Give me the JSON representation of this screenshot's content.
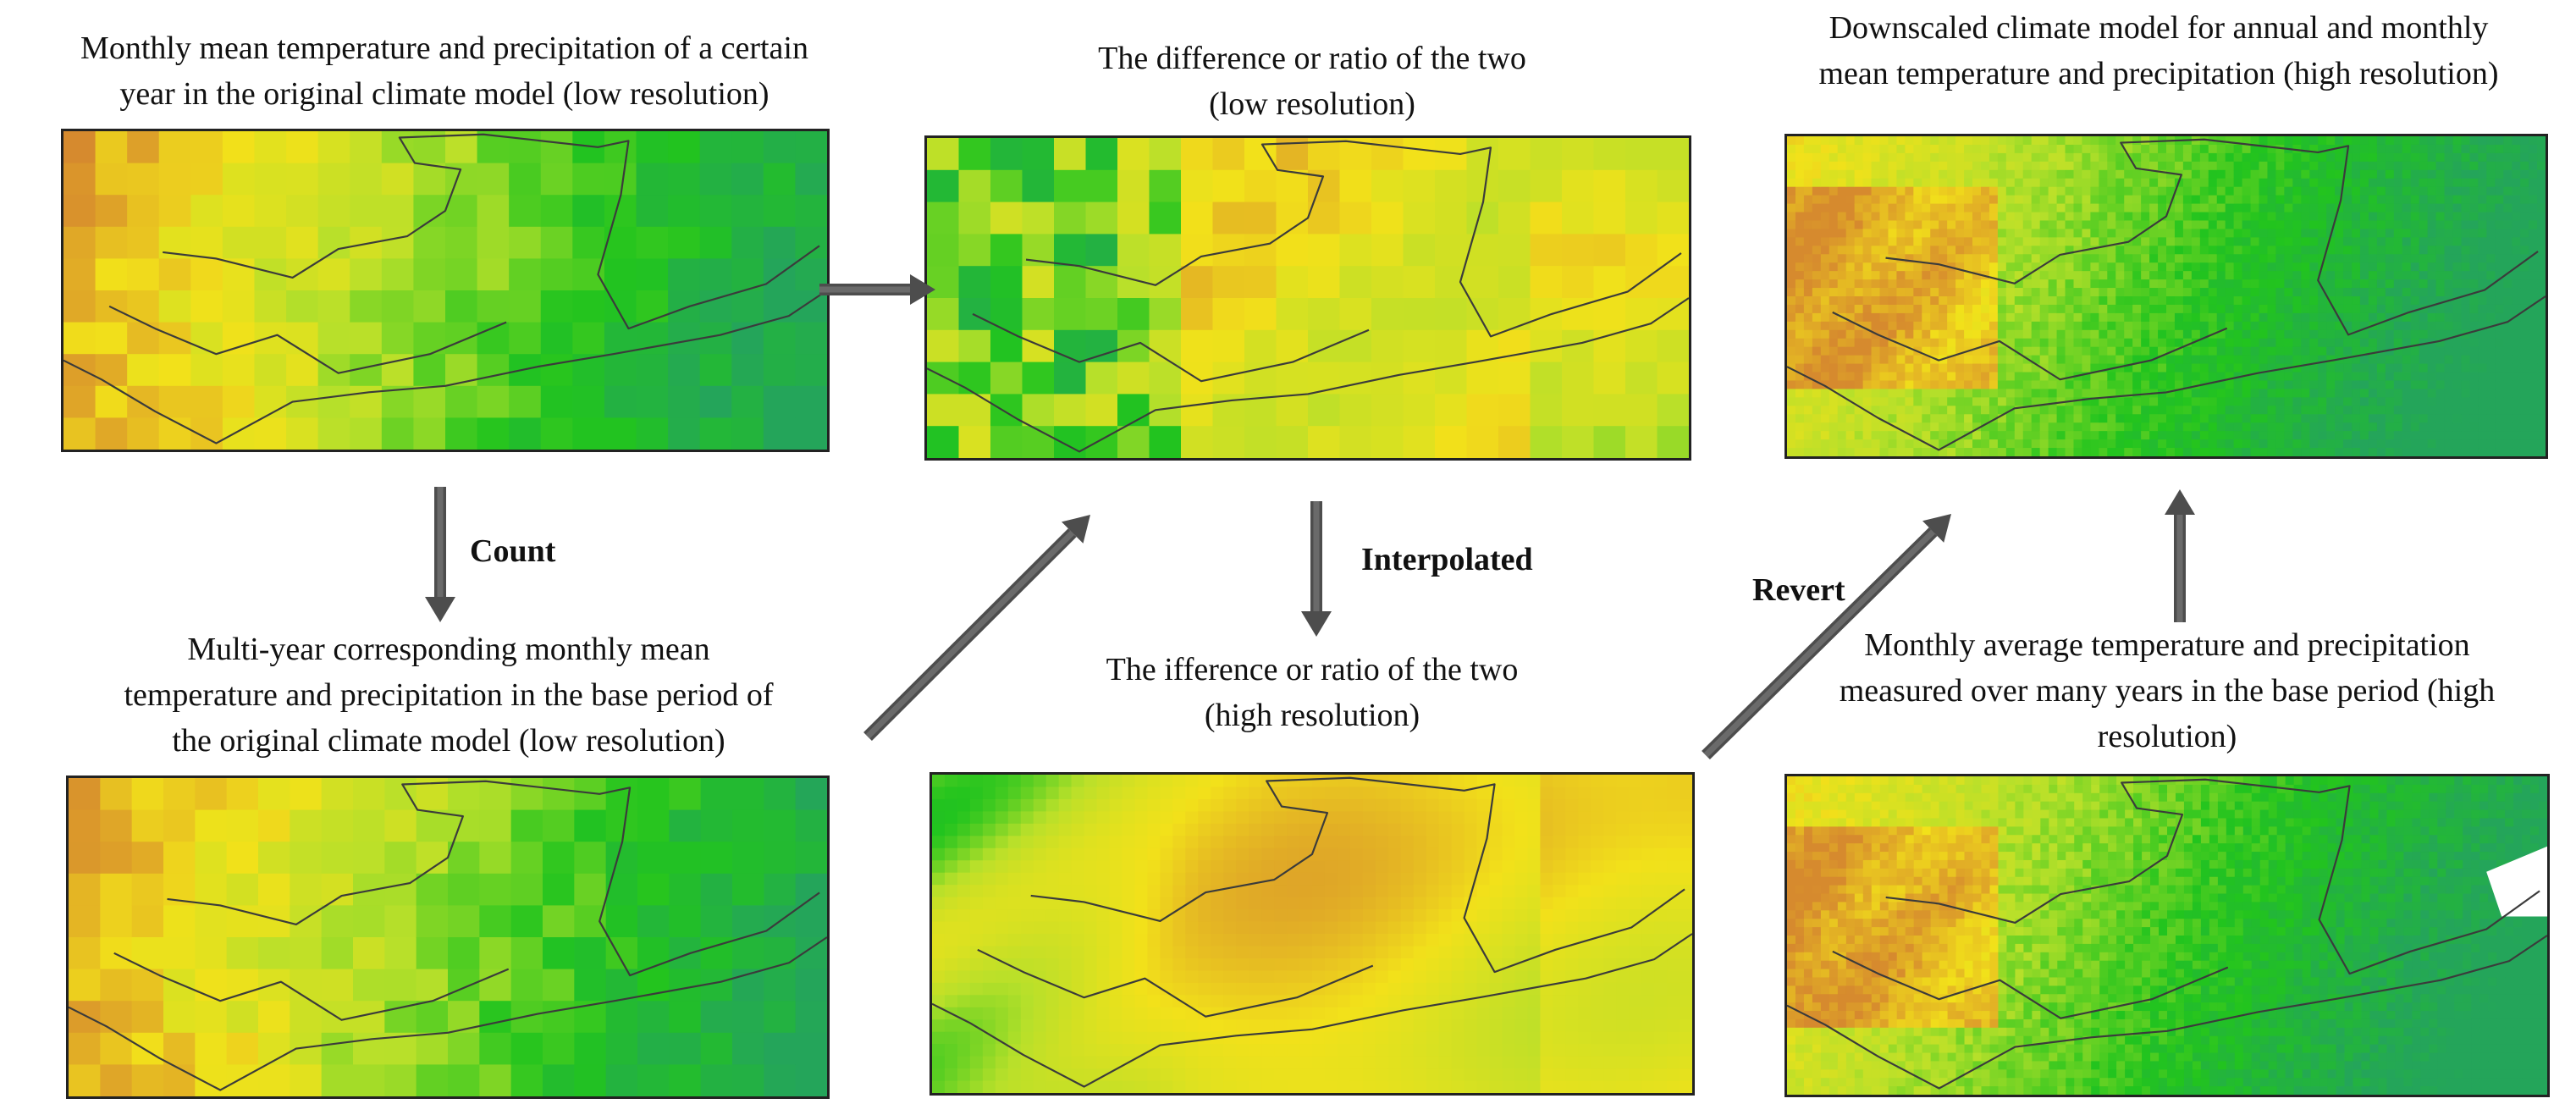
{
  "colors": {
    "warm": "#d68a2e",
    "yellow": "#f2e11a",
    "lime": "#b8e02a",
    "green": "#22c41e",
    "teal": "#24a55a",
    "arrow": "#4d4d4d",
    "border": "#3b3b3b"
  },
  "captions": {
    "a": "Monthly mean temperature and precipitation of a certain\nyear in the original climate model (low resolution)",
    "b": "The difference or ratio of the two\n(low resolution)",
    "c": "Downscaled climate model for annual and monthly\nmean temperature and precipitation (high resolution)",
    "d": "Multi-year corresponding monthly mean\ntemperature and precipitation in the base period of\nthe original climate model (low resolution)",
    "e": "The ifference or ratio of the two\n(high resolution)",
    "f": "Monthly average temperature and precipitation\nmeasured over many years in the base period (high\nresolution)"
  },
  "labels": {
    "count": "Count",
    "interpolated": "Interpolated",
    "revert": "Revert"
  },
  "panels": [
    {
      "name": "model-year-map",
      "resolution": "low",
      "style": "pixel-warm-west"
    },
    {
      "name": "difference-low-map",
      "resolution": "low",
      "style": "pixel-mixed"
    },
    {
      "name": "downscaled-result-map",
      "resolution": "high",
      "style": "smooth-terrain"
    },
    {
      "name": "base-period-model-map",
      "resolution": "low",
      "style": "pixel-warm-west"
    },
    {
      "name": "difference-high-map",
      "resolution": "high",
      "style": "smooth-mixed"
    },
    {
      "name": "observed-base-map",
      "resolution": "high",
      "style": "smooth-terrain"
    }
  ]
}
